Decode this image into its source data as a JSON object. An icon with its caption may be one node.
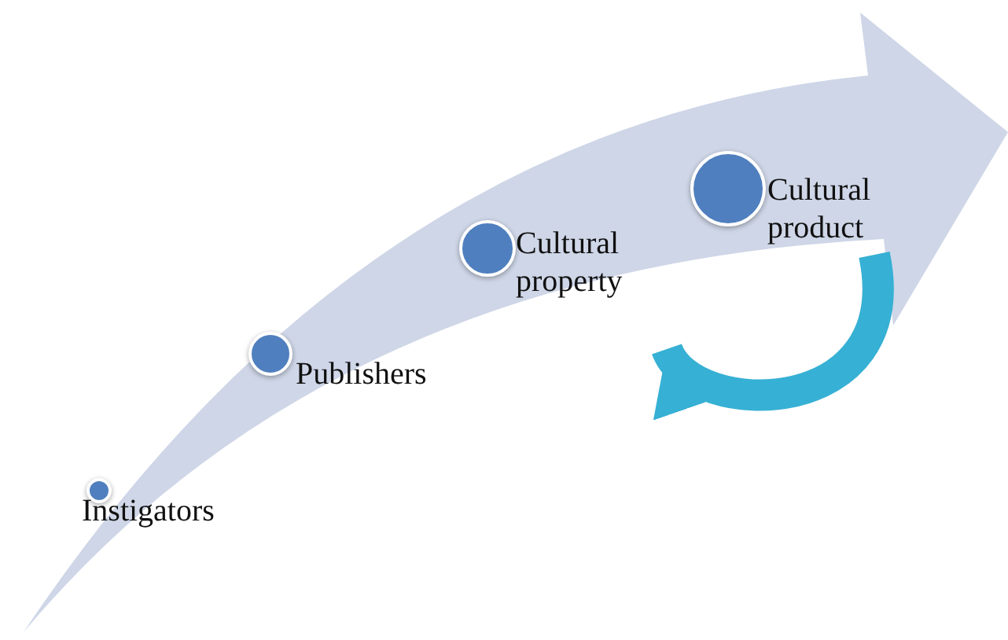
{
  "diagram": {
    "nodes": [
      {
        "text": [
          "Instigators"
        ]
      },
      {
        "text": [
          "Publishers"
        ]
      },
      {
        "text": [
          "Cultural property"
        ]
      },
      {
        "text": [
          "Cultural product"
        ]
      }
    ],
    "edges": [
      {
        "from": 3,
        "to": 2,
        "arrow": "to"
      }
    ]
  }
}
